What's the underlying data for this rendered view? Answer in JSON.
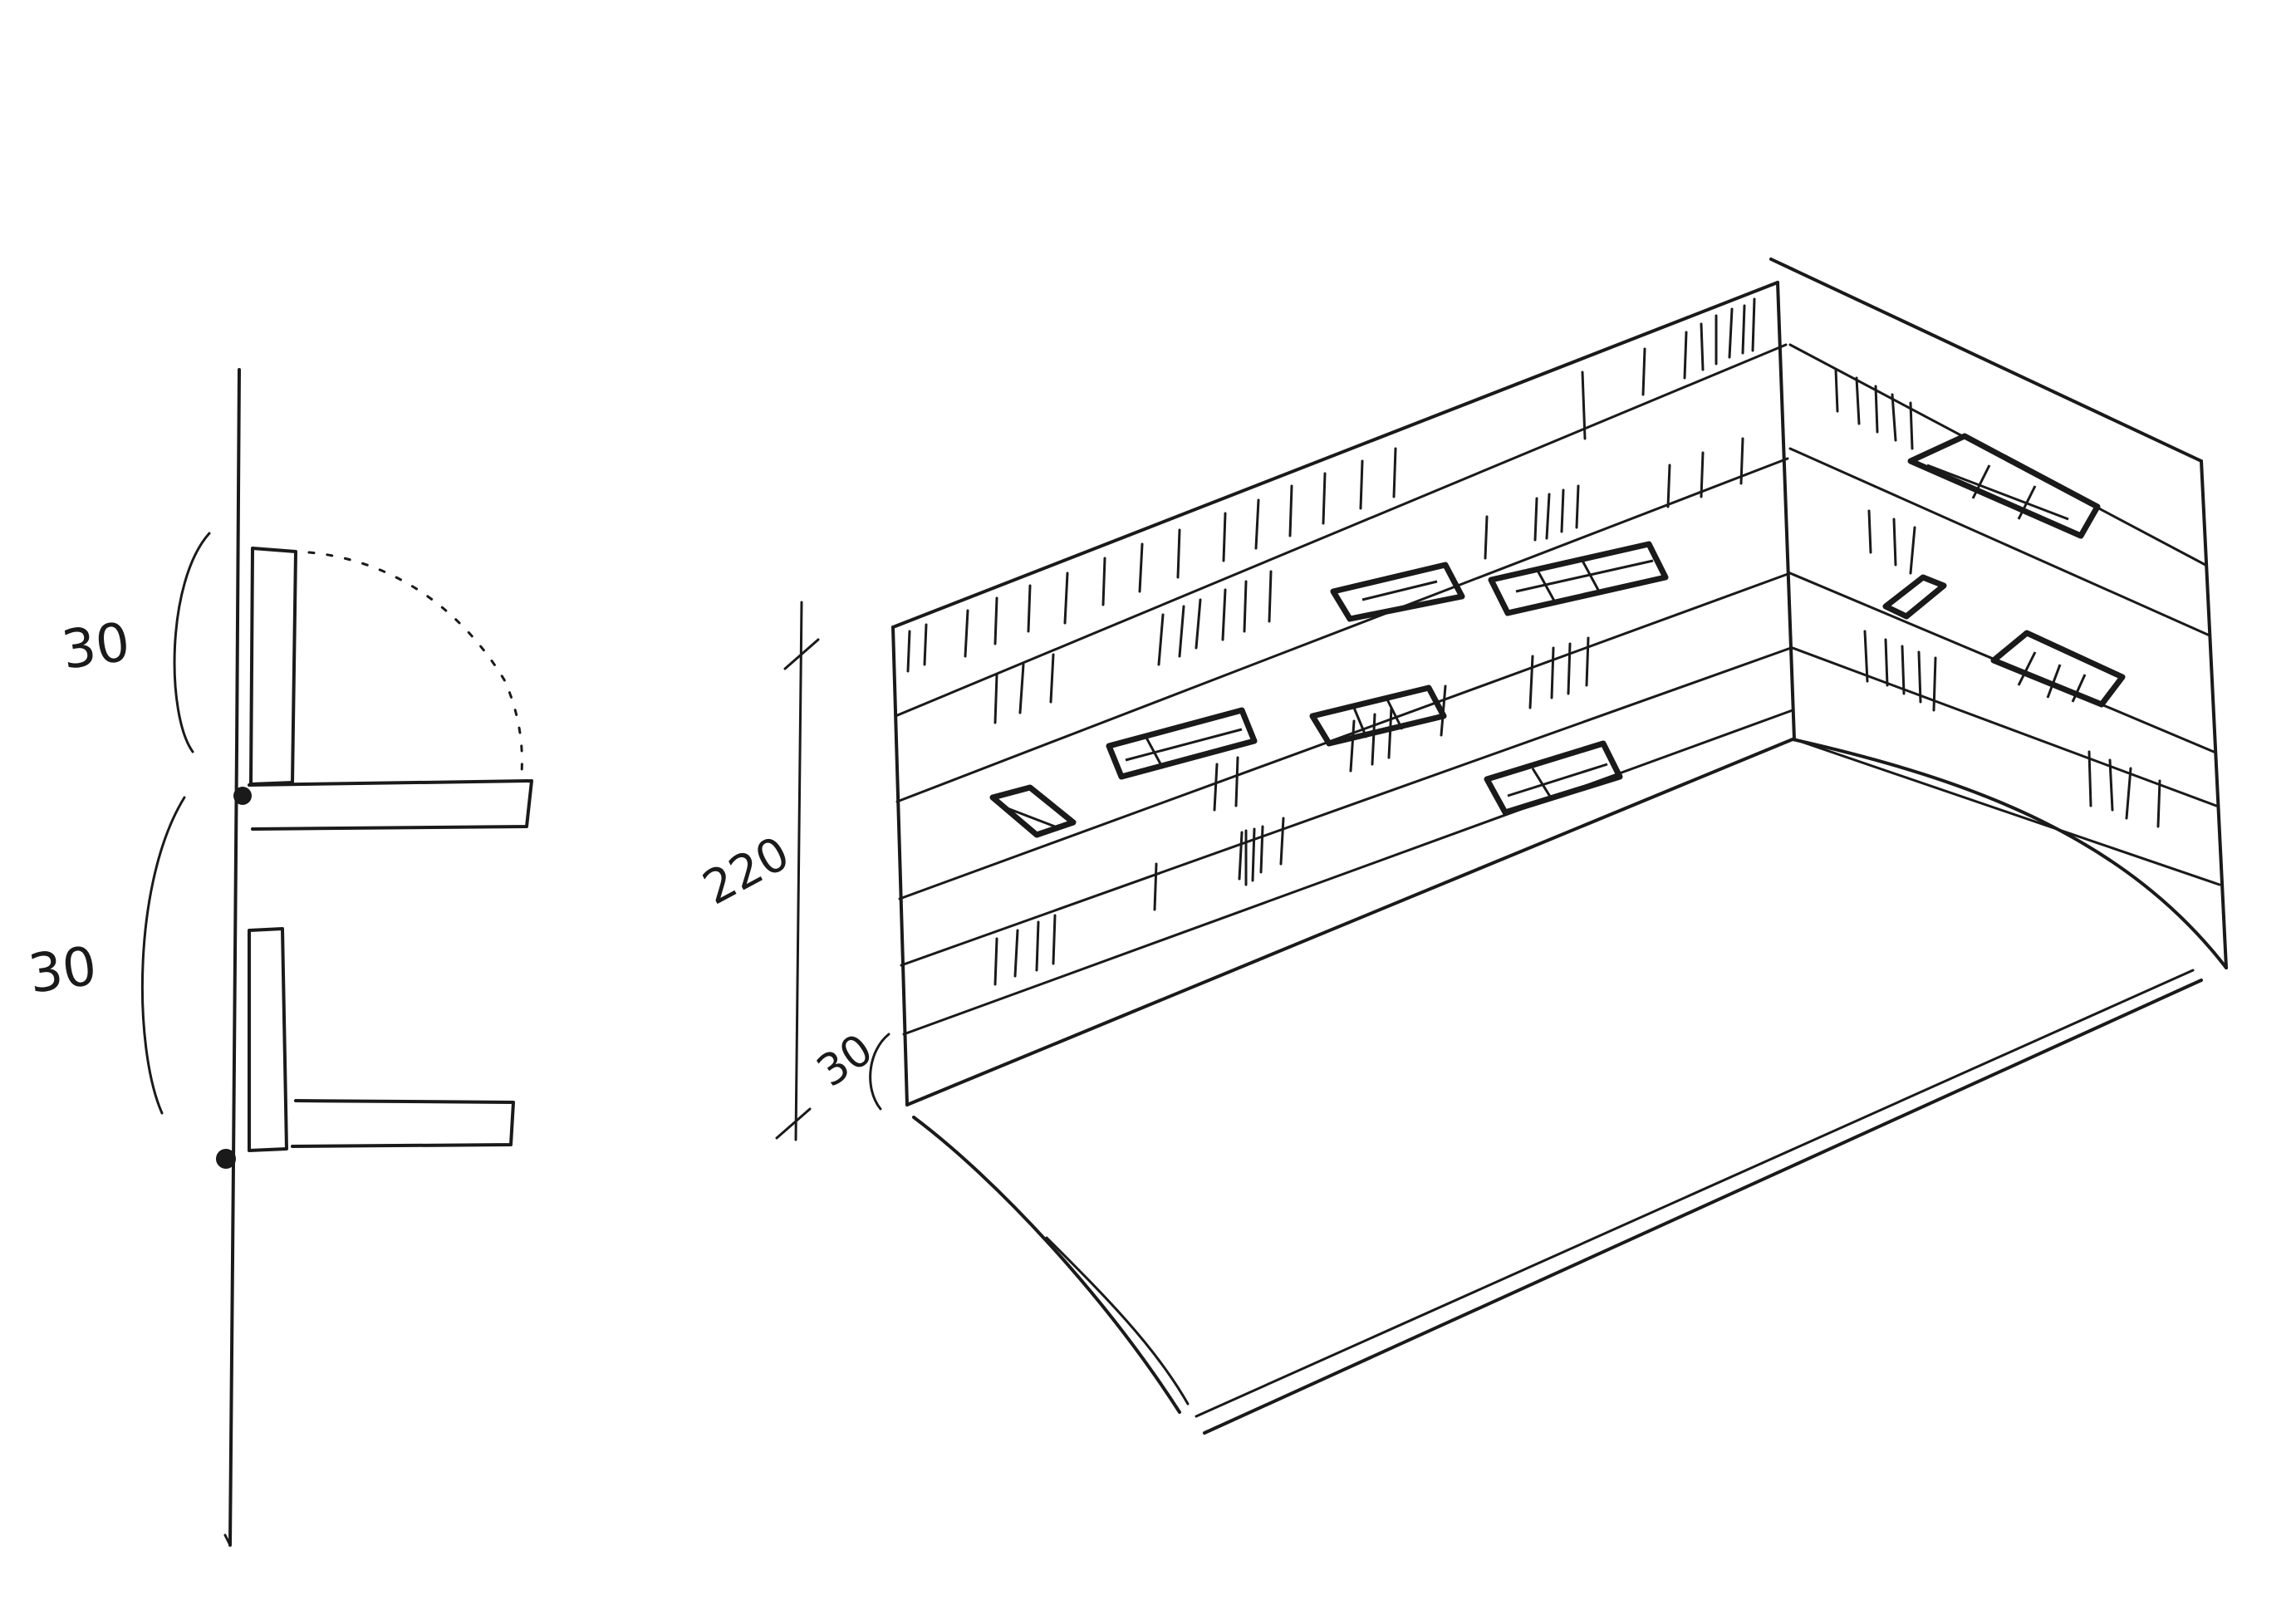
{
  "section_sketch": {
    "upper_flap_dimension": "30",
    "lower_flap_dimension": "30"
  },
  "perspective_sketch": {
    "total_height_dimension": "220",
    "bottom_course_dimension": "30"
  },
  "colors": {
    "ink": "#1a1a1a",
    "paper": "#ffffff"
  }
}
